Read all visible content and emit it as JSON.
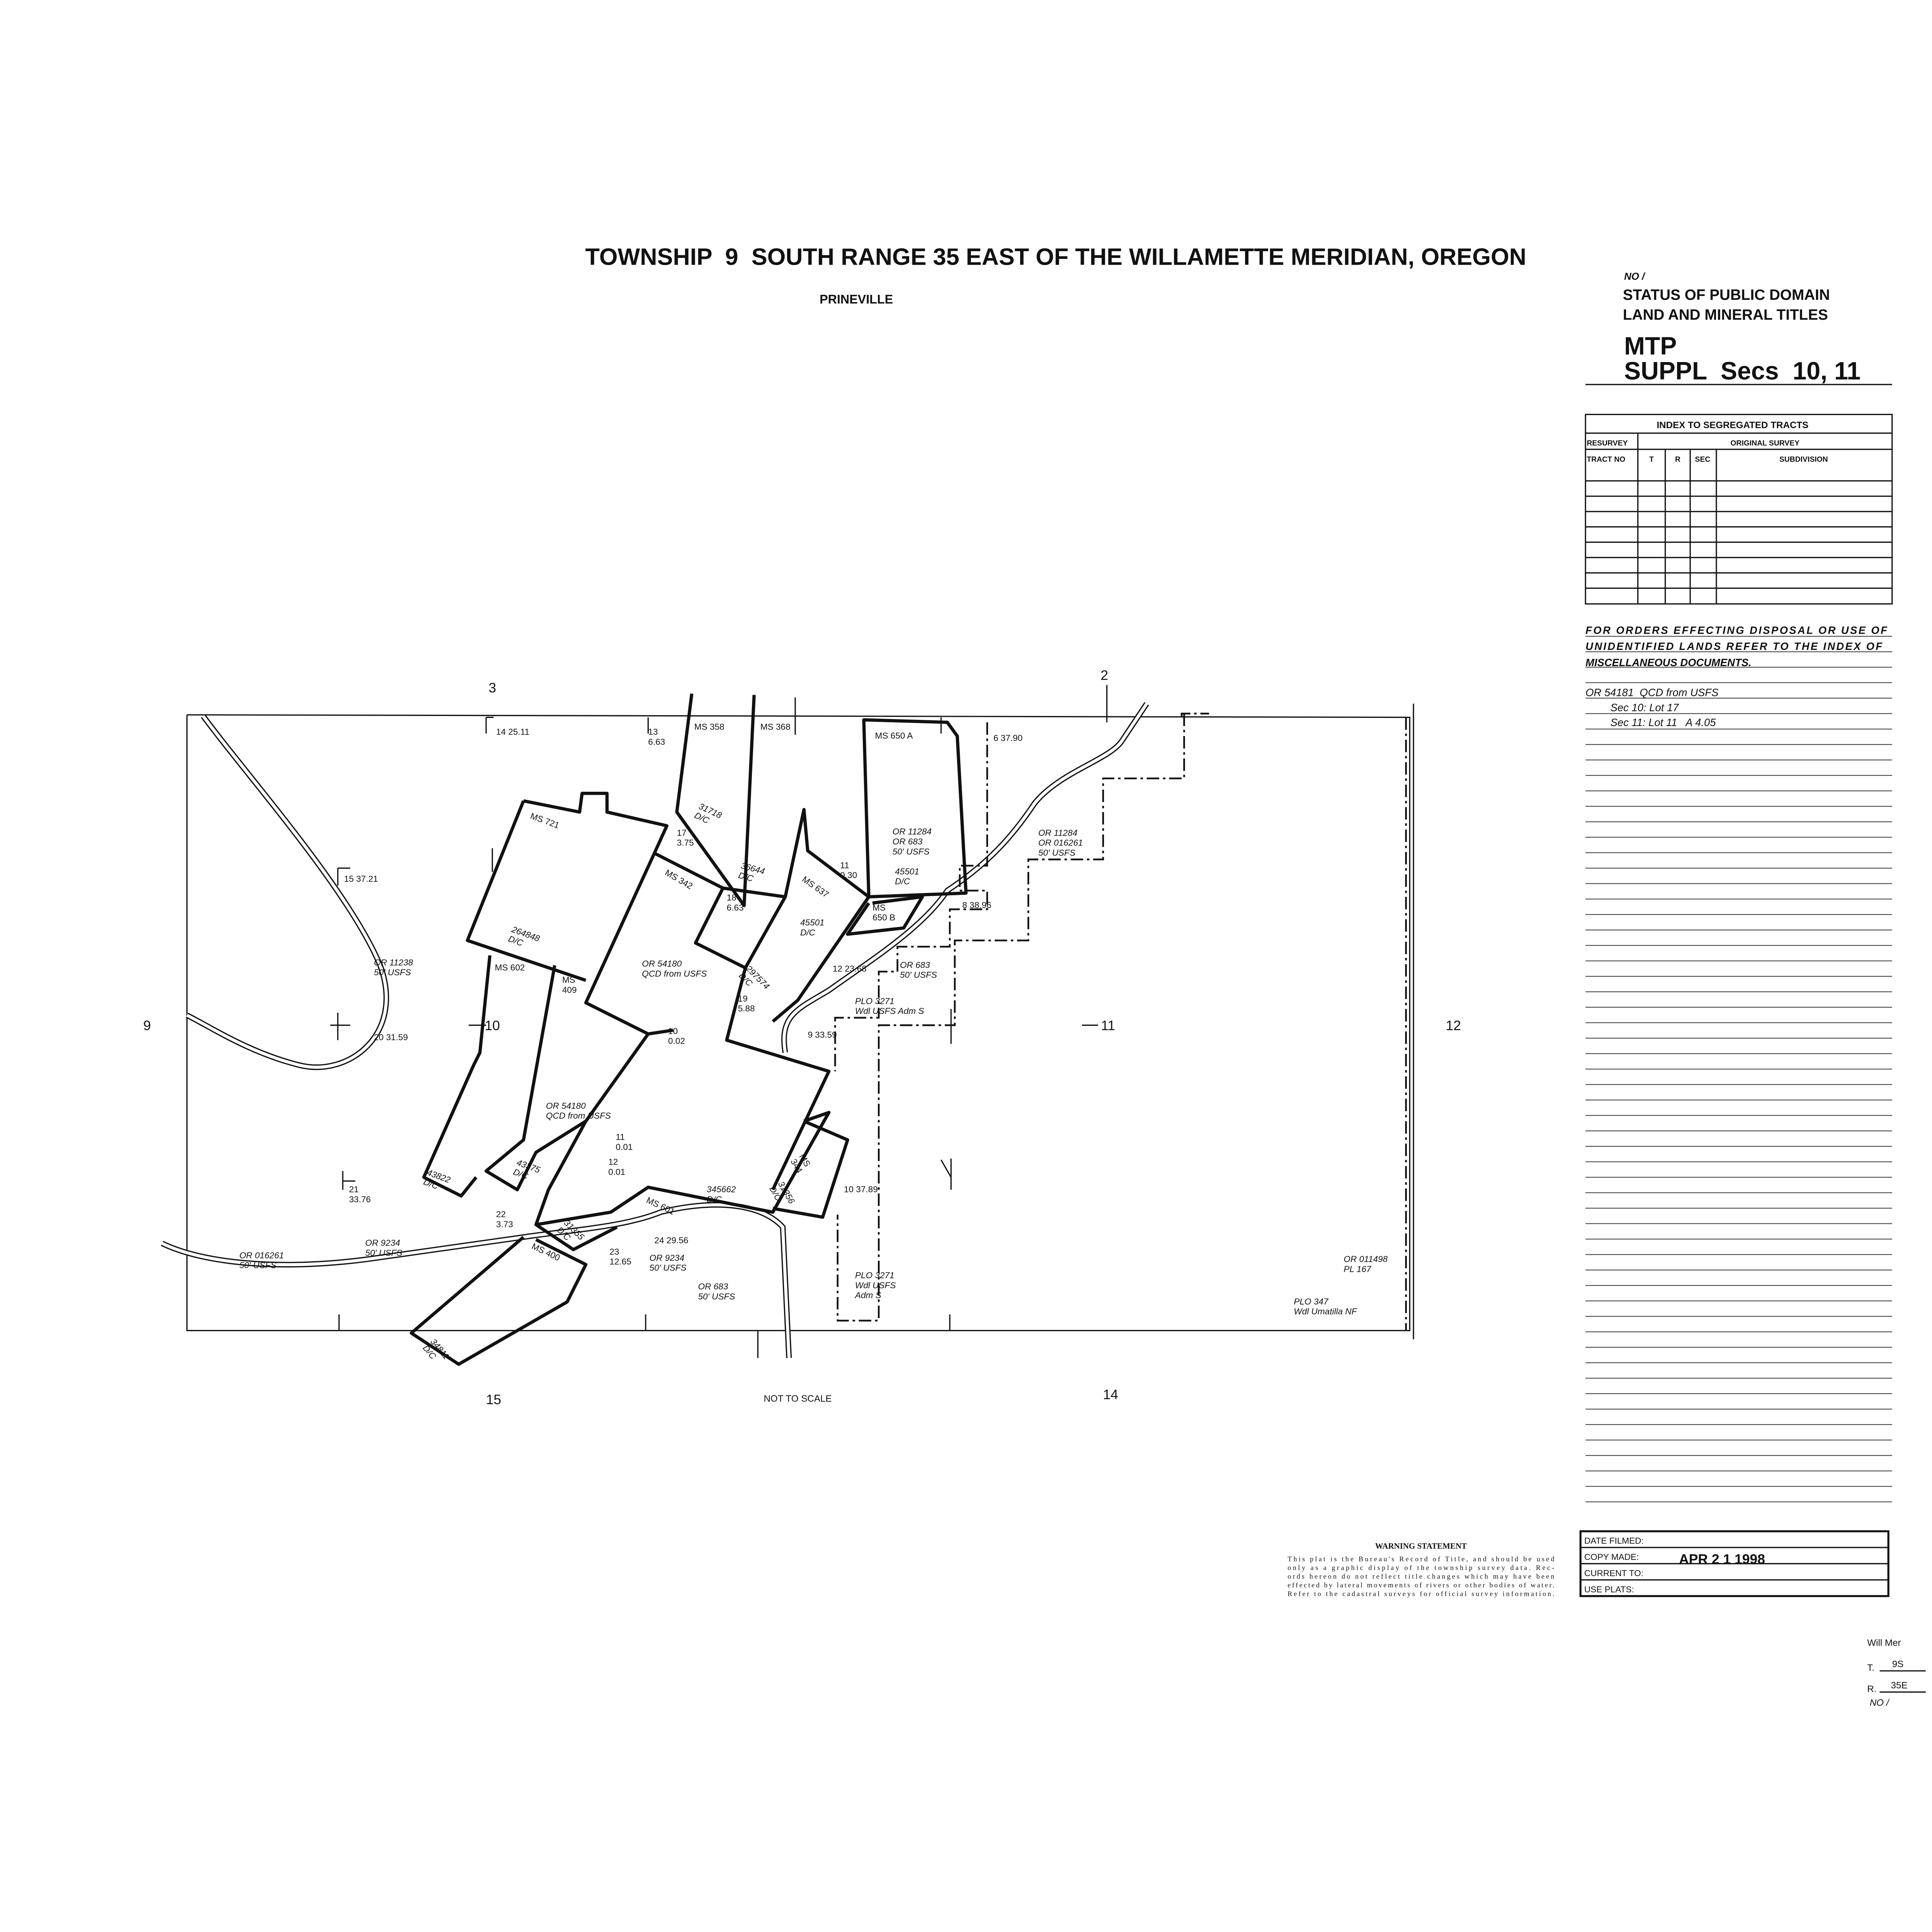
{
  "header": {
    "title": "TOWNSHIP  9  SOUTH RANGE 35 EAST OF THE WILLAMETTE MERIDIAN, OREGON",
    "subtitle": "PRINEVILLE"
  },
  "status_panel": {
    "number": "NO /",
    "line1": "STATUS OF PUBLIC DOMAIN",
    "line2": "LAND AND MINERAL TITLES",
    "mtp": "MTP",
    "suppl": "SUPPL  Secs  10, 11"
  },
  "index_table": {
    "title": "INDEX TO SEGREGATED TRACTS",
    "resurvey": "RESURVEY",
    "original_survey": "ORIGINAL SURVEY",
    "columns": [
      "TRACT NO",
      "T",
      "R",
      "SEC",
      "SUBDIVISION"
    ]
  },
  "orders_note": {
    "lines": [
      "FOR ORDERS EFFECTING DISPOSAL OR USE OF",
      "UNIDENTIFIED LANDS REFER TO THE INDEX OF",
      "MISCELLANEOUS DOCUMENTS."
    ]
  },
  "entries": [
    "OR 54181  QCD from USFS",
    "Sec 10: Lot 17",
    "Sec 11: Lot 11   A 4.05"
  ],
  "map": {
    "scale_note": "NOT TO SCALE",
    "section_numbers": [
      "3",
      "2",
      "9",
      "10",
      "11",
      "12",
      "15",
      "14"
    ],
    "labels": [
      {
        "lines": [
          "14 25.11"
        ]
      },
      {
        "lines": [
          "13",
          "6.63"
        ]
      },
      {
        "lines": [
          "MS 358"
        ]
      },
      {
        "lines": [
          "MS 368"
        ]
      },
      {
        "lines": [
          "MS 650 A"
        ]
      },
      {
        "lines": [
          "6 37.90"
        ]
      },
      {
        "lines": [
          "15 37.21"
        ]
      },
      {
        "lines": [
          "MS 721"
        ]
      },
      {
        "lines": [
          "31718",
          "D/C"
        ]
      },
      {
        "lines": [
          "17",
          "3.75"
        ]
      },
      {
        "lines": [
          "36644",
          "D/C"
        ]
      },
      {
        "lines": [
          "MS 342"
        ]
      },
      {
        "lines": [
          "MS 637"
        ]
      },
      {
        "lines": [
          "11",
          "0.30"
        ]
      },
      {
        "lines": [
          "OR 11284",
          "OR 683",
          "50' USFS"
        ]
      },
      {
        "lines": [
          "45501",
          "D/C"
        ]
      },
      {
        "lines": [
          "OR 11284",
          "OR 016261",
          "50' USFS"
        ]
      },
      {
        "lines": [
          "18",
          "6.63"
        ]
      },
      {
        "lines": [
          "MS",
          "650 B"
        ]
      },
      {
        "lines": [
          "8 38.96"
        ]
      },
      {
        "lines": [
          "45501",
          "D/C"
        ]
      },
      {
        "lines": [
          "264848",
          "D/C"
        ]
      },
      {
        "lines": [
          "MS 602"
        ]
      },
      {
        "lines": [
          "MS",
          "409"
        ]
      },
      {
        "lines": [
          "OR 54180",
          "QCD from USFS"
        ]
      },
      {
        "lines": [
          "297574",
          "D/C"
        ]
      },
      {
        "lines": [
          "12 23.68"
        ]
      },
      {
        "lines": [
          "OR 683",
          "50' USFS"
        ]
      },
      {
        "lines": [
          "OR 11238",
          "50' USFS"
        ]
      },
      {
        "lines": [
          "19",
          "5.88"
        ]
      },
      {
        "lines": [
          "PLO 3271",
          "Wdl USFS Adm S"
        ]
      },
      {
        "lines": [
          "20 31.59"
        ]
      },
      {
        "lines": [
          "10",
          "0.02"
        ]
      },
      {
        "lines": [
          "9 33.59"
        ]
      },
      {
        "lines": [
          "OR 54180",
          "QCD from USFS"
        ]
      },
      {
        "lines": [
          "11",
          "0.01"
        ]
      },
      {
        "lines": [
          "12",
          "0.01"
        ]
      },
      {
        "lines": [
          "MS",
          "344"
        ]
      },
      {
        "lines": [
          "43375",
          "D/C"
        ]
      },
      {
        "lines": [
          "43822",
          "D/C"
        ]
      },
      {
        "lines": [
          "31356",
          "D/C"
        ]
      },
      {
        "lines": [
          "345662",
          "D/C"
        ]
      },
      {
        "lines": [
          "21",
          "33.76"
        ]
      },
      {
        "lines": [
          "10 37.89"
        ]
      },
      {
        "lines": [
          "MS 601"
        ]
      },
      {
        "lines": [
          "22",
          "3.73"
        ]
      },
      {
        "lines": [
          "31355",
          "D/C"
        ]
      },
      {
        "lines": [
          "24 29.56"
        ]
      },
      {
        "lines": [
          "OR 9234",
          "50' USFS"
        ]
      },
      {
        "lines": [
          "OR 016261",
          "50' USFS"
        ]
      },
      {
        "lines": [
          "MS 400"
        ]
      },
      {
        "lines": [
          "23",
          "12.65"
        ]
      },
      {
        "lines": [
          "OR 9234",
          "50' USFS"
        ]
      },
      {
        "lines": [
          "OR 011498",
          "PL 167"
        ]
      },
      {
        "lines": [
          "OR 683",
          "50' USFS"
        ]
      },
      {
        "lines": [
          "PLO 3271",
          "Wdl USFS",
          "Adm S"
        ]
      },
      {
        "lines": [
          "PLO 347",
          "Wdl Umatilla NF"
        ]
      },
      {
        "lines": [
          "34811",
          "D/C"
        ]
      }
    ]
  },
  "warning": {
    "title": "WARNING STATEMENT",
    "lines": [
      "This plat is the Bureau's Record of Title, and should be used",
      "only as a graphic display of the township survey data. Rec-",
      "ords hereon do not reflect title changes which may have been",
      "effected by lateral movements of rivers or other bodies of water.",
      "Refer to the cadastral surveys for official survey information."
    ]
  },
  "filing_box": {
    "rows": [
      "DATE FILMED:",
      "COPY MADE:",
      "CURRENT TO:",
      "USE PLATS:"
    ],
    "stamp": "APR 2 1 1998"
  },
  "footer": {
    "meridian": "Will Mer",
    "t_label": "T.",
    "t_value": "9S",
    "r_label": "R.",
    "r_value": "35E",
    "number": "NO /"
  }
}
